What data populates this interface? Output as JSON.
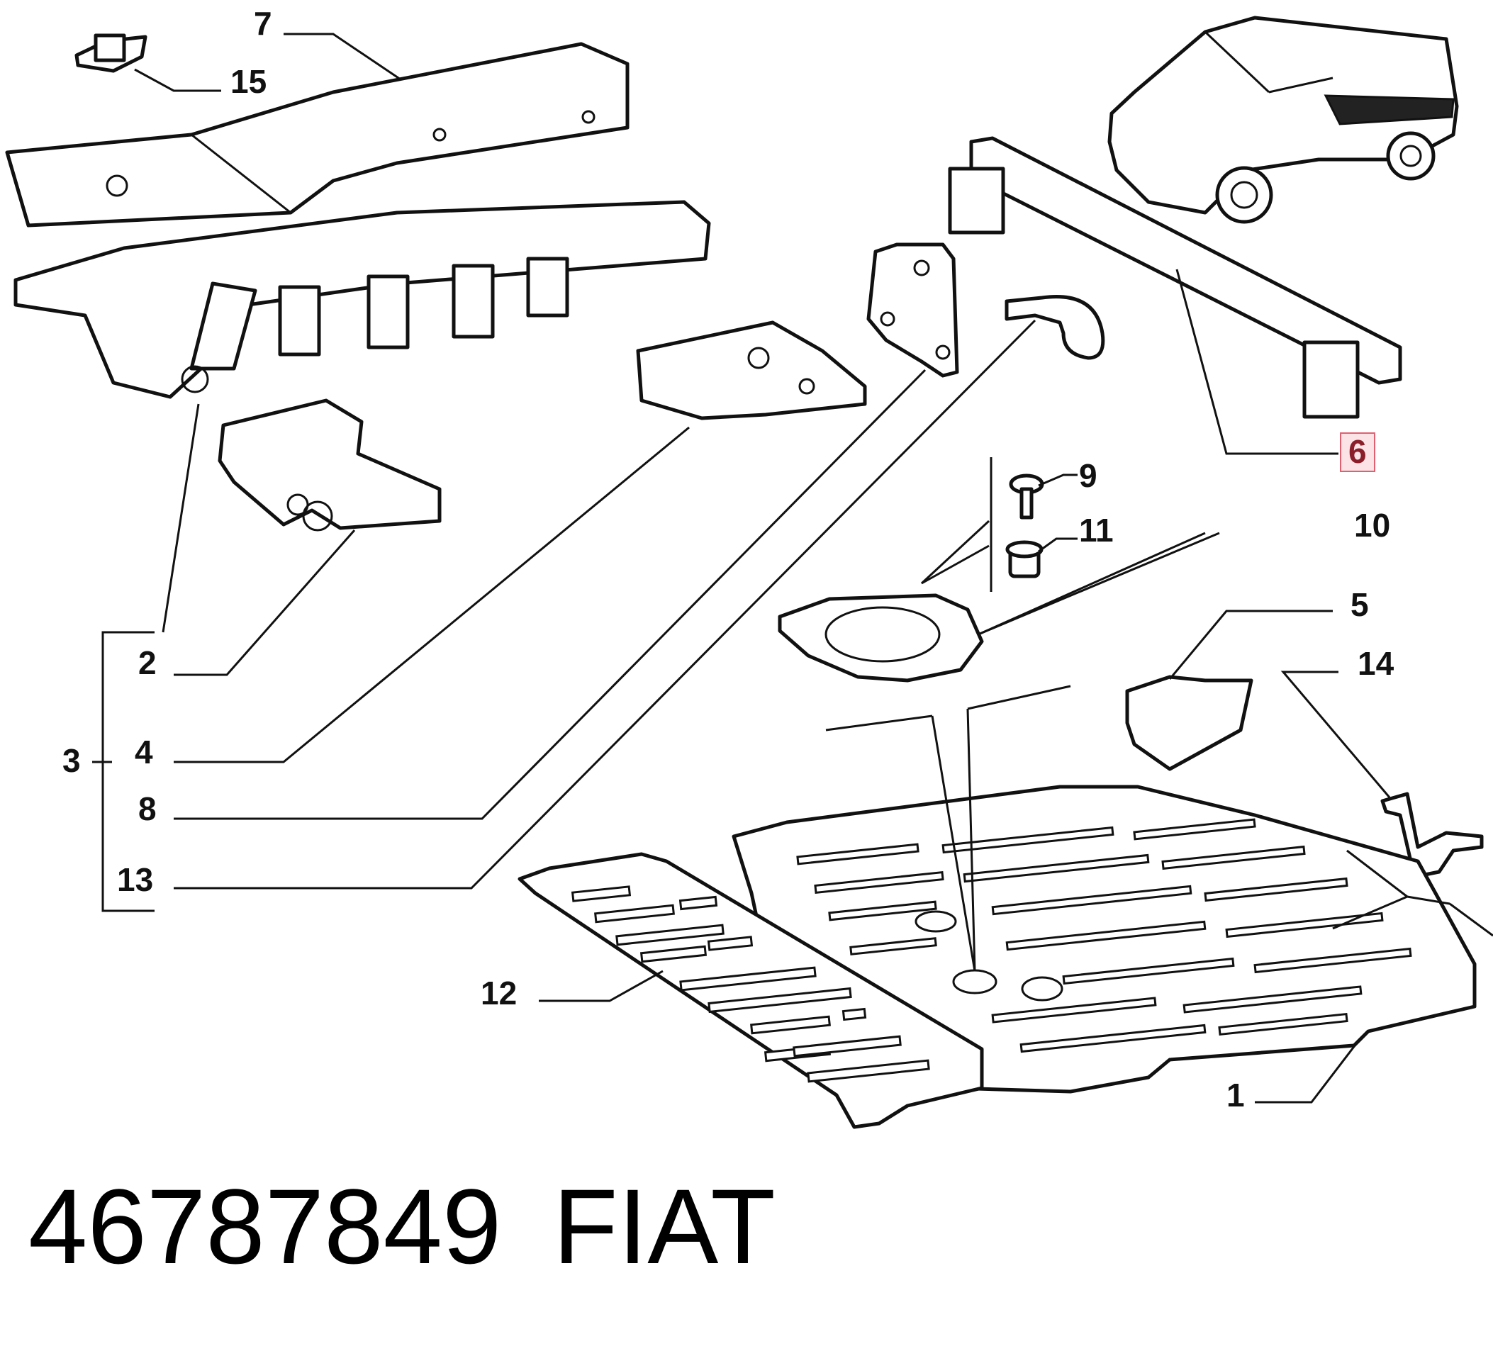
{
  "callouts": {
    "c1": "1",
    "c2": "2",
    "c3": "3",
    "c4": "4",
    "c5": "5",
    "c6": "6",
    "c7": "7",
    "c8": "8",
    "c9": "9",
    "c10": "10",
    "c11": "11",
    "c12": "12",
    "c13": "13",
    "c14": "14",
    "c15": "15"
  },
  "highlighted_callout": "6",
  "footer": {
    "part_number": "46787849",
    "brand": "FIAT"
  },
  "colors": {
    "line": "#111111",
    "highlight_border": "#e06070",
    "highlight_fill": "#fbe3e6",
    "highlight_text": "#8a1f2a"
  }
}
